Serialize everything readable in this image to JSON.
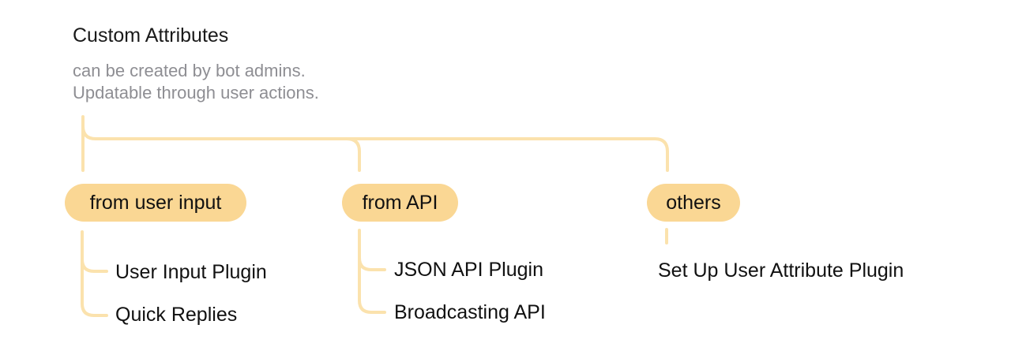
{
  "colors": {
    "pill_bg": "#FAD794",
    "connector": "#FBE2AD",
    "title_text": "#1A1A1A",
    "subtitle_text": "#8E8E93",
    "node_text": "#111111"
  },
  "root": {
    "title": "Custom Attributes",
    "subtitle_lines": [
      "can be created by bot admins.",
      "Updatable through user actions."
    ]
  },
  "branches": [
    {
      "label": "from user input",
      "children": [
        "User Input Plugin",
        "Quick Replies"
      ]
    },
    {
      "label": "from API",
      "children": [
        "JSON API Plugin",
        "Broadcasting API"
      ]
    },
    {
      "label": "others",
      "children": [
        "Set Up User Attribute Plugin"
      ]
    }
  ]
}
